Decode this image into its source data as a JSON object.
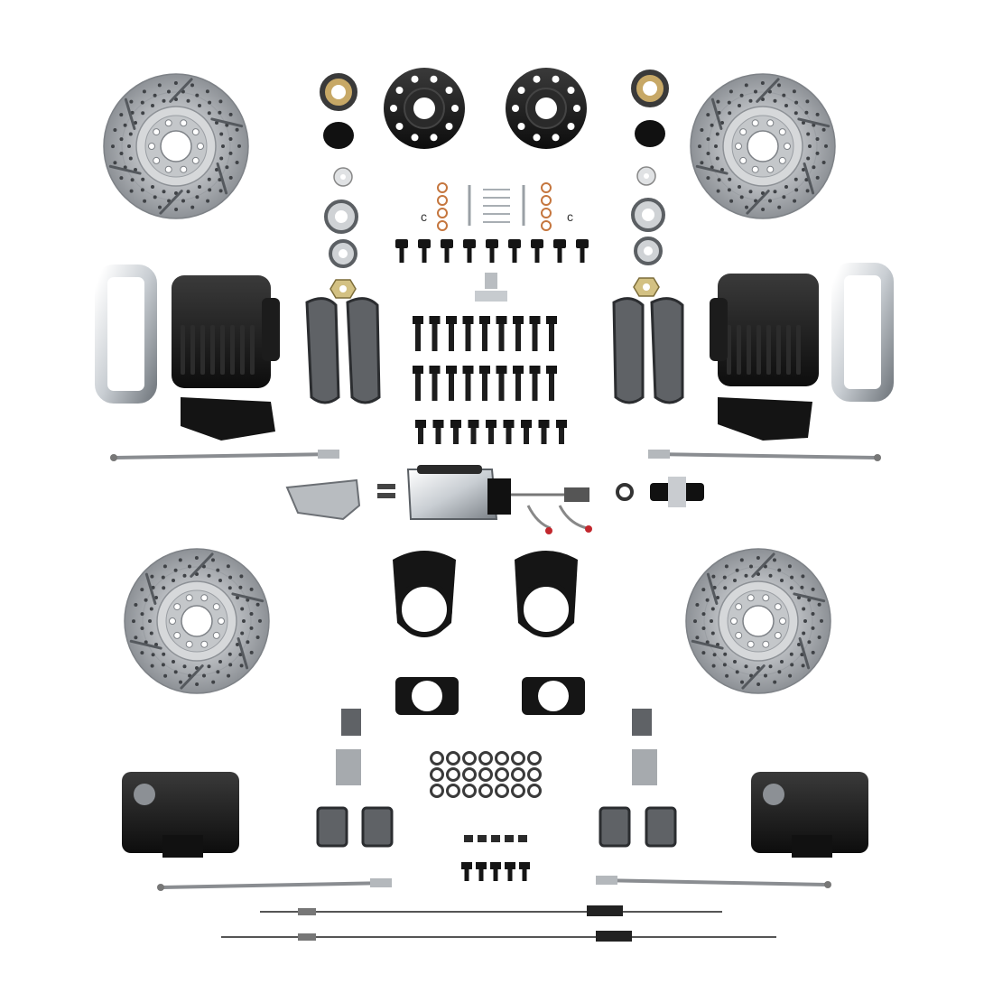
{
  "scene": {
    "description_name": "brake-kit-product-photo",
    "background": "#ffffff"
  },
  "colors": {
    "rotor_silver": "#b9bcc0",
    "rotor_hat": "#d6d8da",
    "rotor_dark": "#7e8287",
    "black_parts": "#151515",
    "chrome": "#dfe3e7",
    "pad_gray": "#5f6266",
    "copper": "#c5763e",
    "red_fitting": "#c2272d",
    "hose_gray": "#8a8d91"
  },
  "components": {
    "front_rotors": 2,
    "rear_rotors": 2,
    "front_hubs": 2,
    "front_calipers": 2,
    "rear_calipers": 2,
    "caliper_brackets": 2,
    "rear_mount_plates": 2,
    "rear_shims": 2,
    "front_pad_sets": 2,
    "rear_pad_sets": 2,
    "bolts_upper": 40,
    "washers_lower": 22,
    "front_hoses": 2,
    "rear_hoses": 2,
    "parking_cables": 2,
    "master_cylinder": 1,
    "proportioning_valve": 1
  }
}
